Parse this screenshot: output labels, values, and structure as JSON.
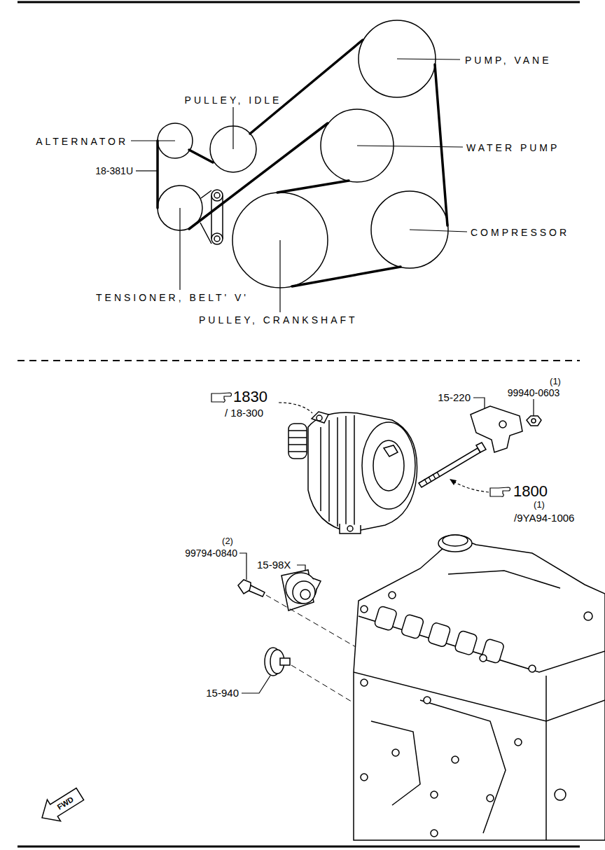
{
  "diagram": {
    "labels": [
      "PUMP, VANE",
      "PULLEY, IDLE",
      "ALTERNATOR",
      "18-381U",
      "WATER PUMP",
      "COMPRESSOR",
      "TENSIONER, BELT' V'",
      "PULLEY, CRANKSHAFT",
      "1830",
      "/ 18-300",
      "15-220",
      "(1)",
      "99940-0603",
      "1800",
      "(1)",
      "/9YA94-1006",
      "(2)",
      "99794-0840",
      "15-98X",
      "15-940",
      "FWD"
    ]
  }
}
